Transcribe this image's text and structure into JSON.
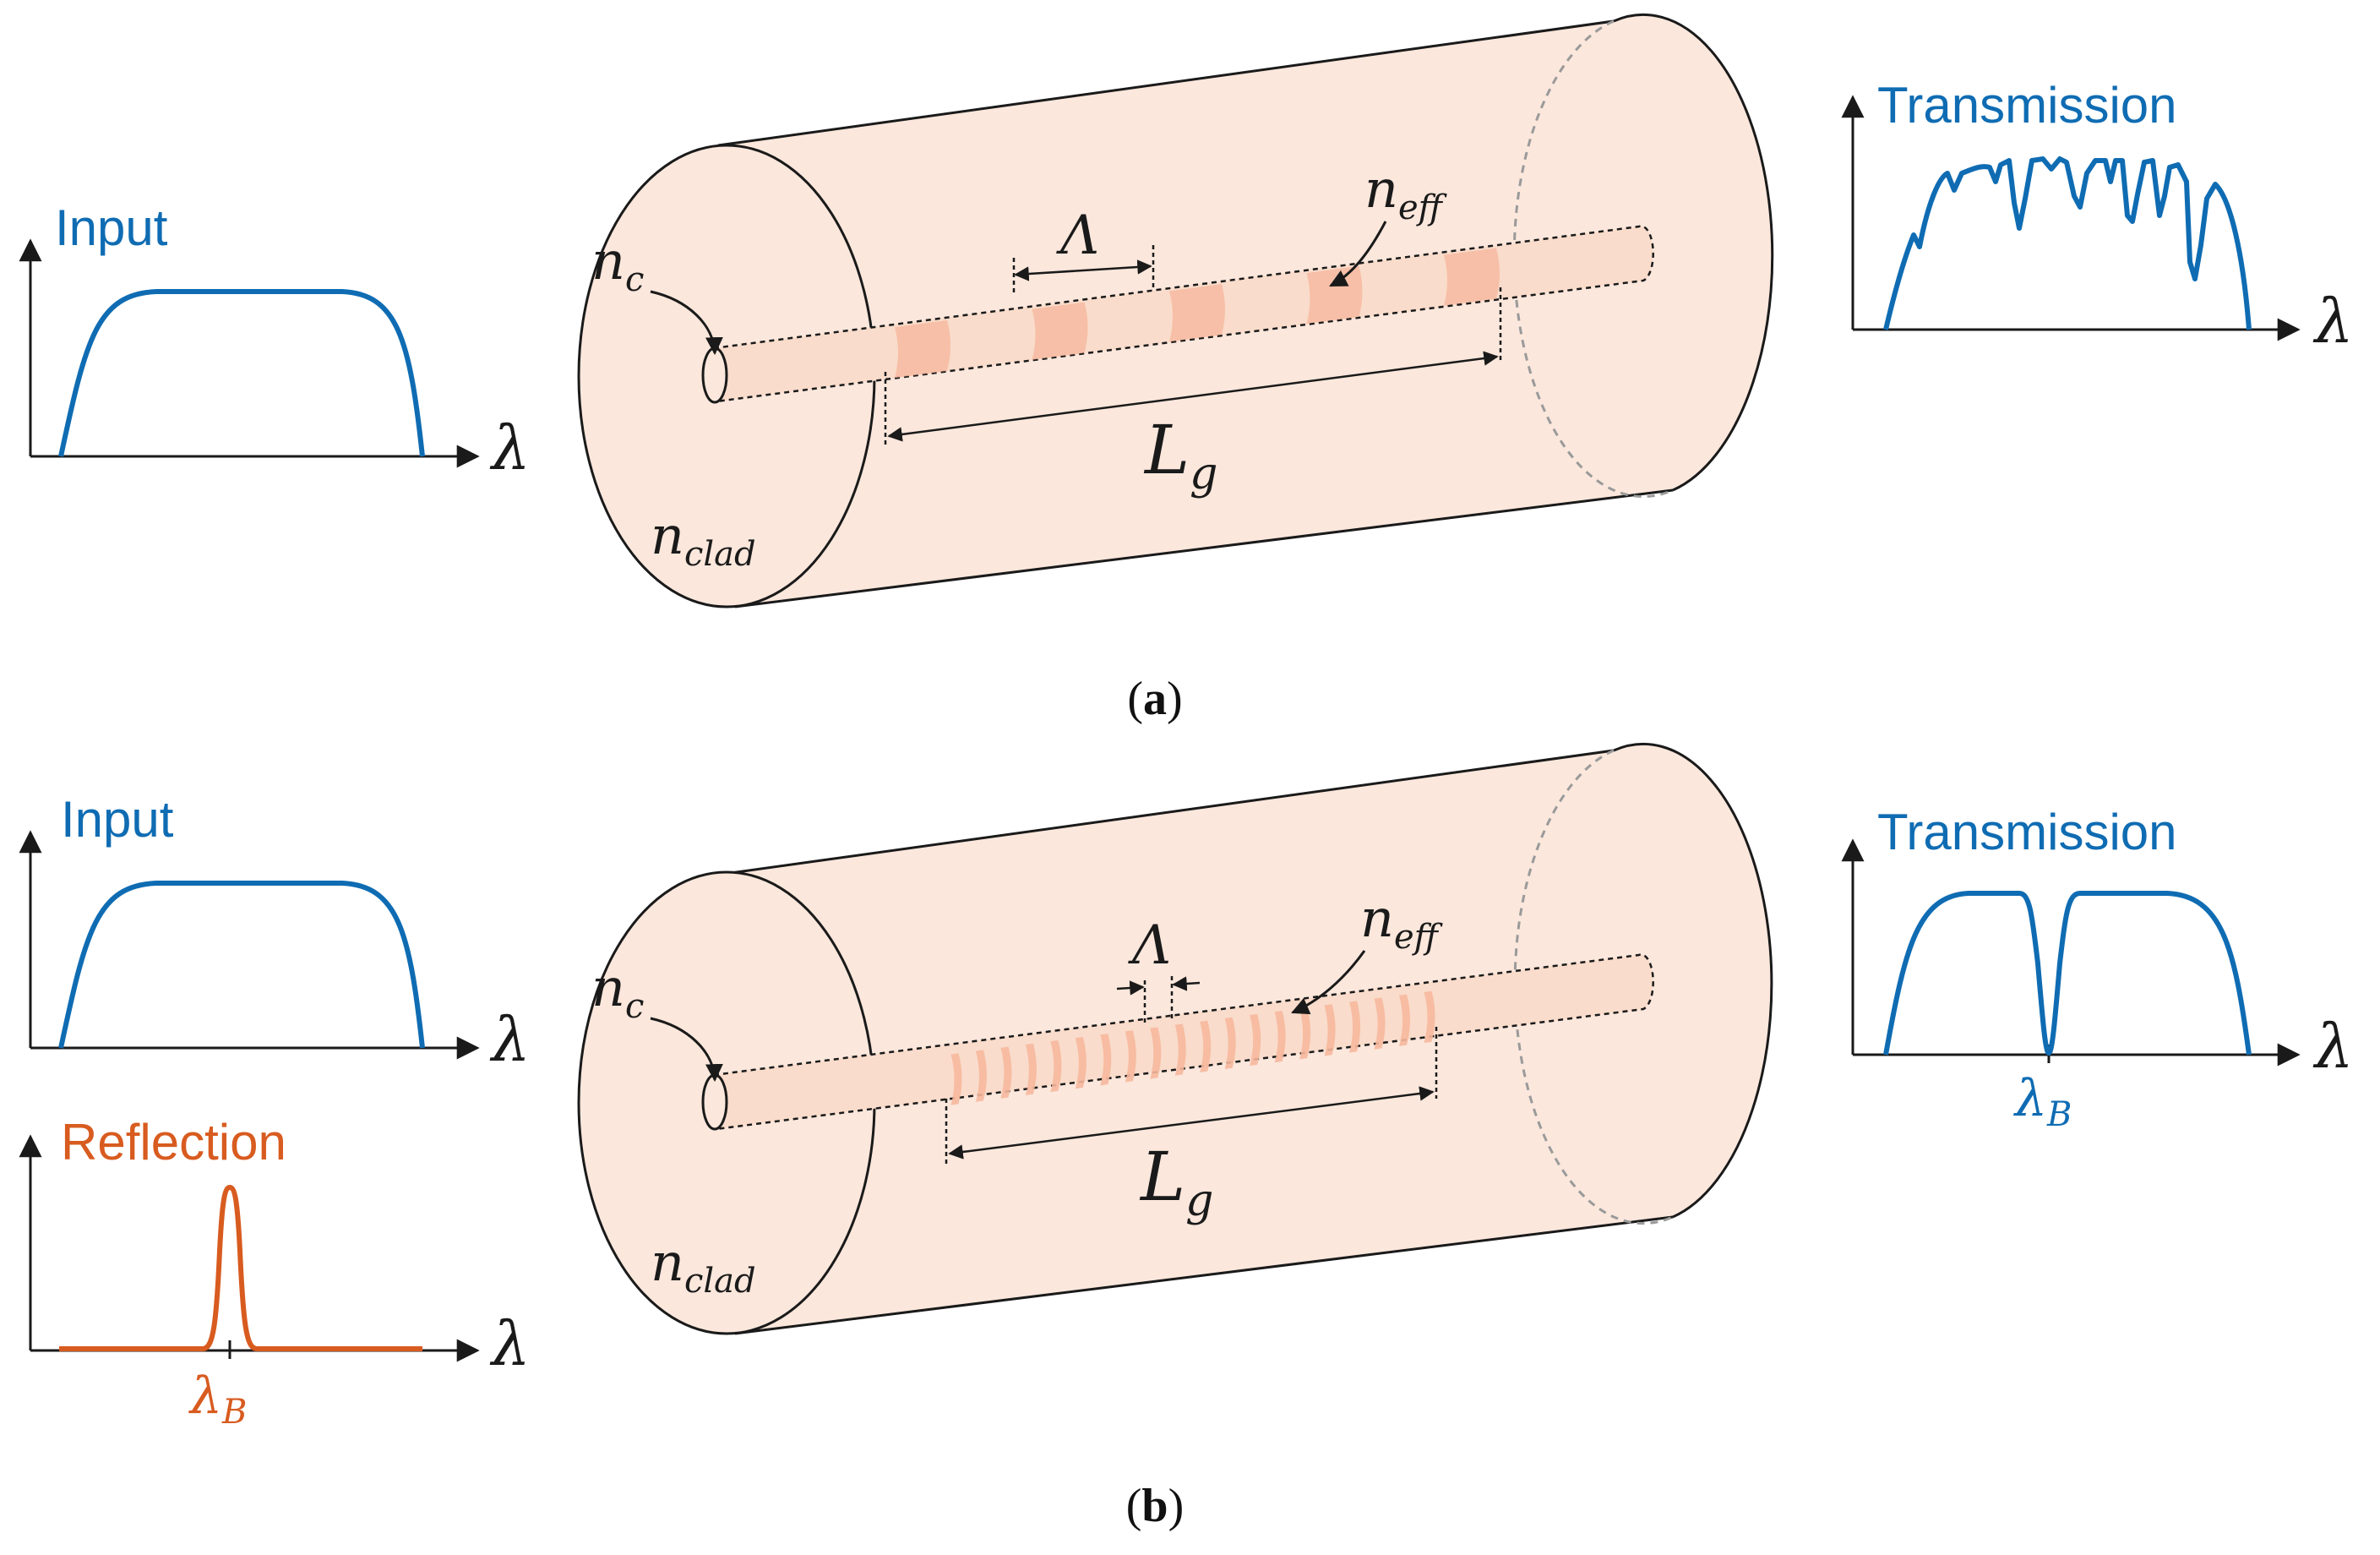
{
  "colors": {
    "blue": "#0f6cb3",
    "orange": "#d85b1f",
    "fiber_fill": "#fbe7dc",
    "core_fill": "#f9dccb",
    "grating_band": "#f6b89d",
    "outline": "#1a1a1a"
  },
  "panel_a": {
    "caption_open": "(",
    "caption_letter": "a",
    "caption_close": ")",
    "input_title": "Input",
    "transmission_title": "Transmission",
    "axis_symbol": "λ",
    "core_index": {
      "base": "n",
      "sub": "c"
    },
    "clad_index": {
      "base": "n",
      "sub": "clad"
    },
    "eff_index": {
      "base": "n",
      "sub": "eff"
    },
    "period": "Λ",
    "grating_length": {
      "base": "L",
      "sub": "g"
    },
    "grating_bands": 5
  },
  "panel_b": {
    "caption_open": "(",
    "caption_letter": "b",
    "caption_close": ")",
    "input_title": "Input",
    "reflection_title": "Reflection",
    "transmission_title": "Transmission",
    "axis_symbol": "λ",
    "bragg_reflection": {
      "base": "λ",
      "sub": "B"
    },
    "bragg_transmission": {
      "base": "λ",
      "sub": "B"
    },
    "core_index": {
      "base": "n",
      "sub": "c"
    },
    "clad_index": {
      "base": "n",
      "sub": "clad"
    },
    "eff_index": {
      "base": "n",
      "sub": "eff"
    },
    "period": "Λ",
    "grating_length": {
      "base": "L",
      "sub": "g"
    },
    "grating_bands": 20
  }
}
